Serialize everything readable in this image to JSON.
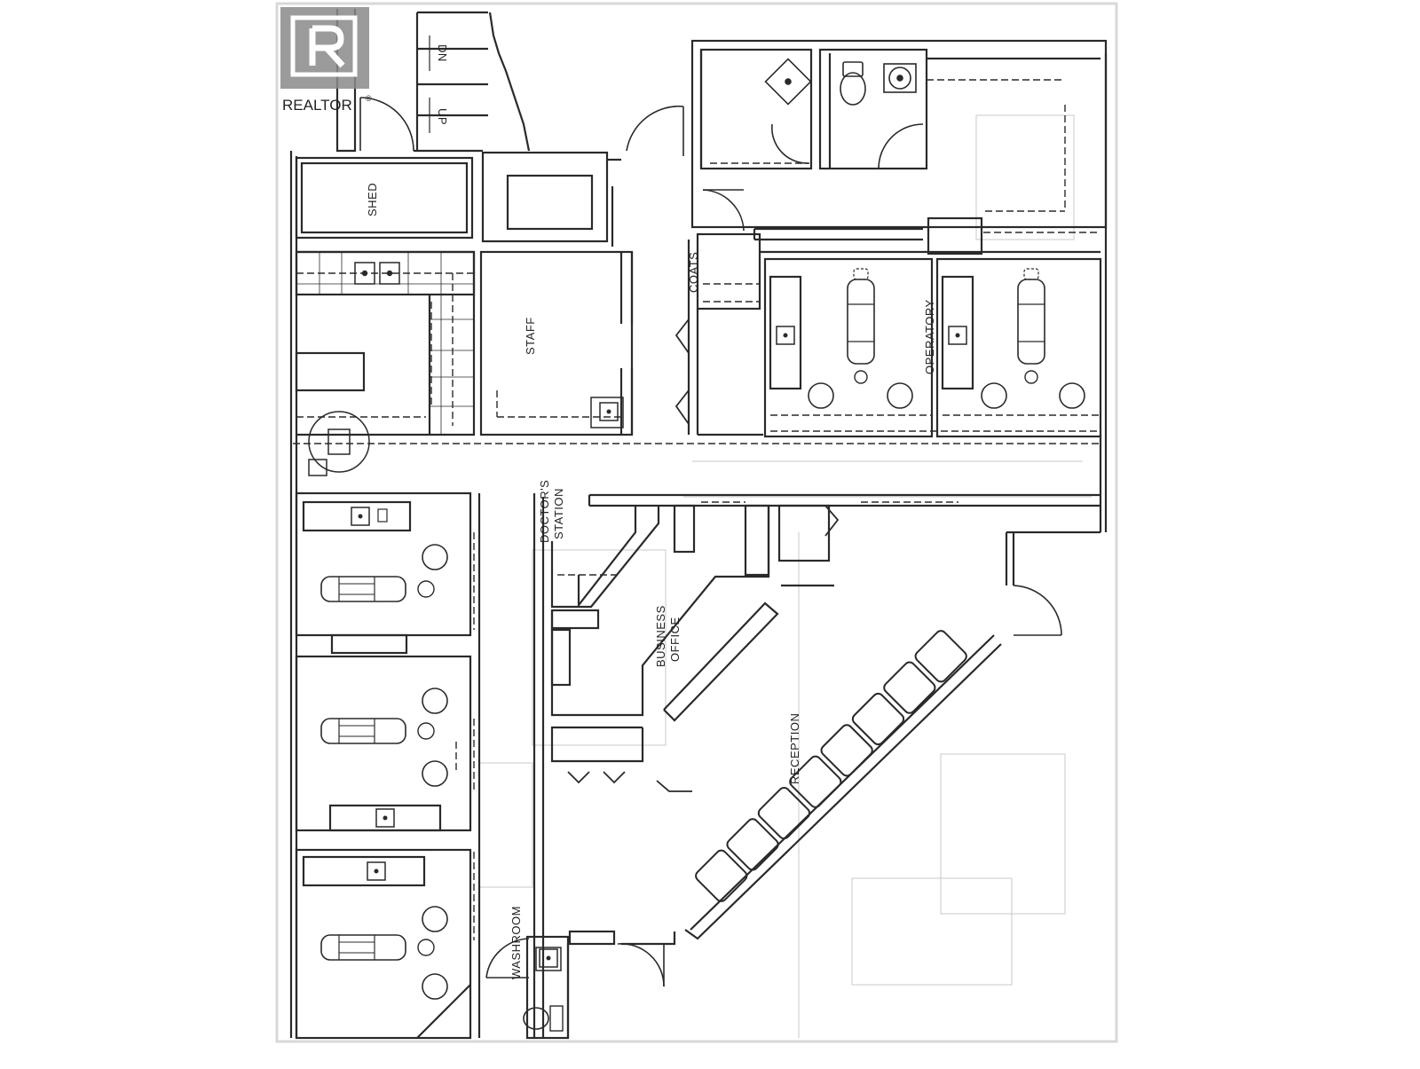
{
  "watermark": {
    "brand": "REALTOR",
    "registered_mark": "®"
  },
  "stairs": {
    "down_label": "DN",
    "up_label": "UP"
  },
  "rooms": {
    "shed": "SHED",
    "staff": "STAFF",
    "coats": "COATS",
    "operatory": "OPERATORY",
    "doctors_station_line1": "DOCTOR'S",
    "doctors_station_line2": "STATION",
    "business_office_line1": "BUSINESS",
    "business_office_line2": "OFFICE",
    "reception": "RECEPTION",
    "washroom": "WASHROOM"
  },
  "colors": {
    "line": "#2a2a2a",
    "faint": "#c8c8c8",
    "frame": "#d8d8d8",
    "logo_bg": "#8a8a8a"
  }
}
